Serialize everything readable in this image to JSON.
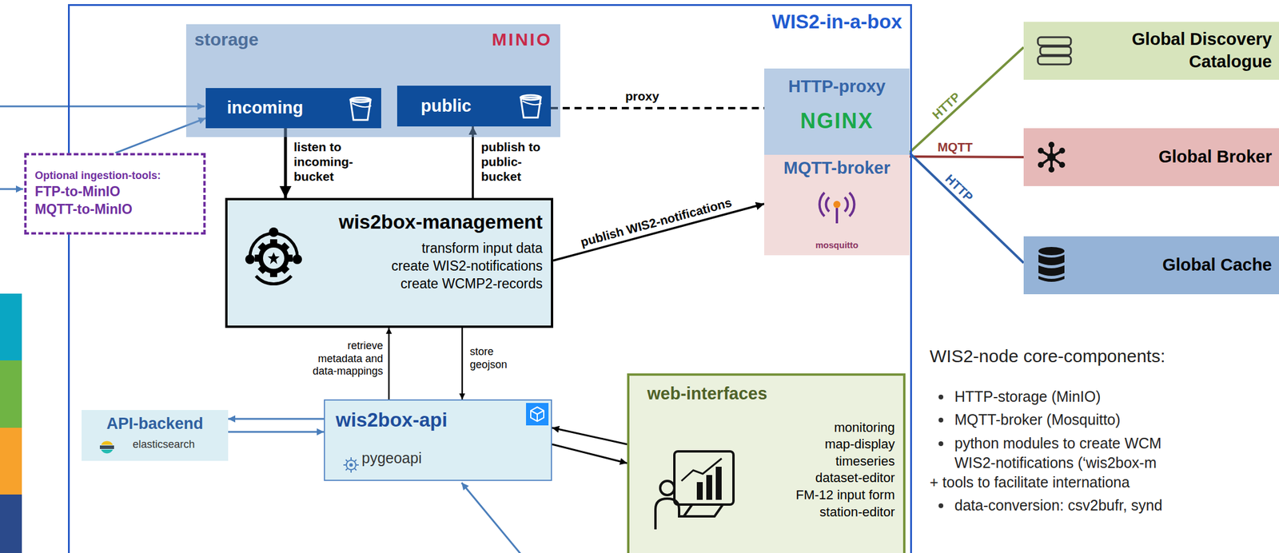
{
  "diagram": {
    "nodes": [
      {
        "text": [
          "WIS2-in-a-box"
        ]
      },
      {
        "text": [
          "storage",
          "MINIO"
        ],
        "in": 0
      },
      {
        "text": [
          "incoming"
        ],
        "in": 1
      },
      {
        "text": [
          "public"
        ],
        "in": 1
      },
      {
        "text": [
          "Optional ingestion-tools:",
          "FTP-to-MinIO",
          "MQTT-to-MinIO"
        ]
      },
      {
        "text": [
          "wis2box-management",
          "transform input data",
          "create WIS2-notifications",
          "create WCMP2-records"
        ],
        "in": 0
      },
      {
        "text": [
          "HTTP-proxy",
          "NGINX"
        ],
        "in": 0
      },
      {
        "text": [
          "MQTT-broker",
          "mosquitto"
        ],
        "in": 0
      },
      {
        "text": [
          "API-backend",
          "elasticsearch"
        ],
        "in": 0
      },
      {
        "text": [
          "wis2box-api",
          "pygeoapi"
        ],
        "in": 0
      },
      {
        "text": [
          "web-interfaces",
          "monitoring",
          "map-display",
          "timeseries",
          "dataset-editor",
          "FM-12 input form",
          "station-editor"
        ],
        "in": 0
      },
      {
        "text": [
          "Global Discovery Catalogue"
        ]
      },
      {
        "text": [
          "Global Broker"
        ]
      },
      {
        "text": [
          "Global Cache"
        ]
      }
    ],
    "edges": [
      {
        "from": 4,
        "to": 2,
        "arrow": "to"
      },
      {
        "from": 2,
        "to": 5,
        "label": "listen to incoming-bucket",
        "arrow": "to"
      },
      {
        "from": 5,
        "to": 3,
        "label": "publish to public-bucket",
        "arrow": "to"
      },
      {
        "from": 3,
        "to": 6,
        "label": "proxy",
        "arrow": "none"
      },
      {
        "from": 5,
        "to": 7,
        "label": "publish WIS2-notifications",
        "arrow": "to"
      },
      {
        "from": 9,
        "to": 5,
        "label": "retrieve metadata and data-mappings",
        "arrow": "to"
      },
      {
        "from": 5,
        "to": 9,
        "label": "store geojson",
        "arrow": "to"
      },
      {
        "from": 9,
        "to": 8,
        "arrow": "to"
      },
      {
        "from": 8,
        "to": 9,
        "arrow": "to"
      },
      {
        "from": 10,
        "to": 9,
        "arrow": "to"
      },
      {
        "from": 9,
        "to": 10,
        "arrow": "to"
      },
      {
        "from": 6,
        "to": 11,
        "label": "HTTP",
        "arrow": "none"
      },
      {
        "from": 7,
        "to": 12,
        "label": "MQTT",
        "arrow": "none"
      },
      {
        "from": 6,
        "to": 13,
        "label": "HTTP",
        "arrow": "none"
      }
    ],
    "labels": [
      "WIS2-node core-components:",
      "HTTP-storage (MinIO)",
      "MQTT-broker (Mosquitto)",
      "python modules to create WCM",
      "WIS2-notifications (‘wis2box-m",
      "+ tools to facilitate internationa",
      "data-conversion: csv2bufr, synd"
    ]
  }
}
